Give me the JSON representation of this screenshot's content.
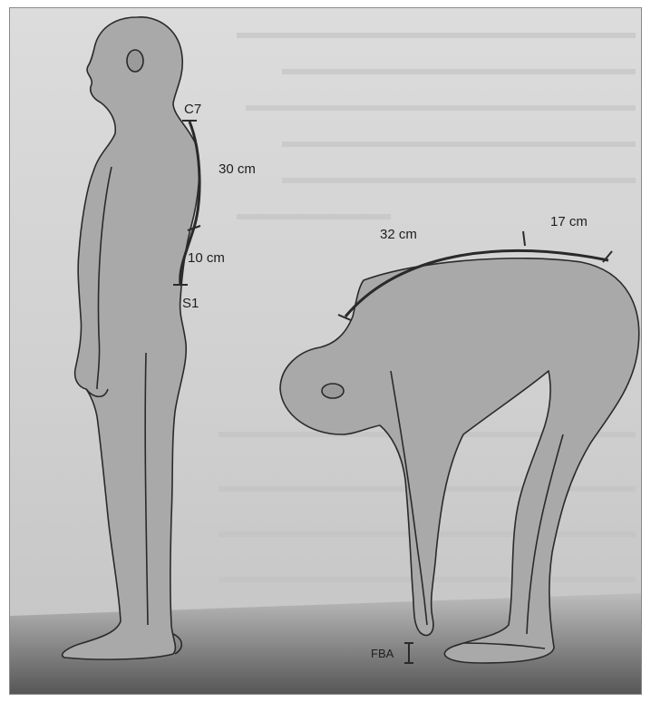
{
  "labels": {
    "c7": "C7",
    "s1": "S1",
    "upper_segment": "30 cm",
    "lower_segment": "10 cm",
    "bent_upper": "32 cm",
    "bent_lower": "17 cm",
    "fba": "FBA"
  },
  "colors": {
    "figure_fill": "#a9a9a9",
    "outline": "#2a2a2a",
    "background": "#d2d2d2",
    "floor": "#6e6e6e"
  }
}
